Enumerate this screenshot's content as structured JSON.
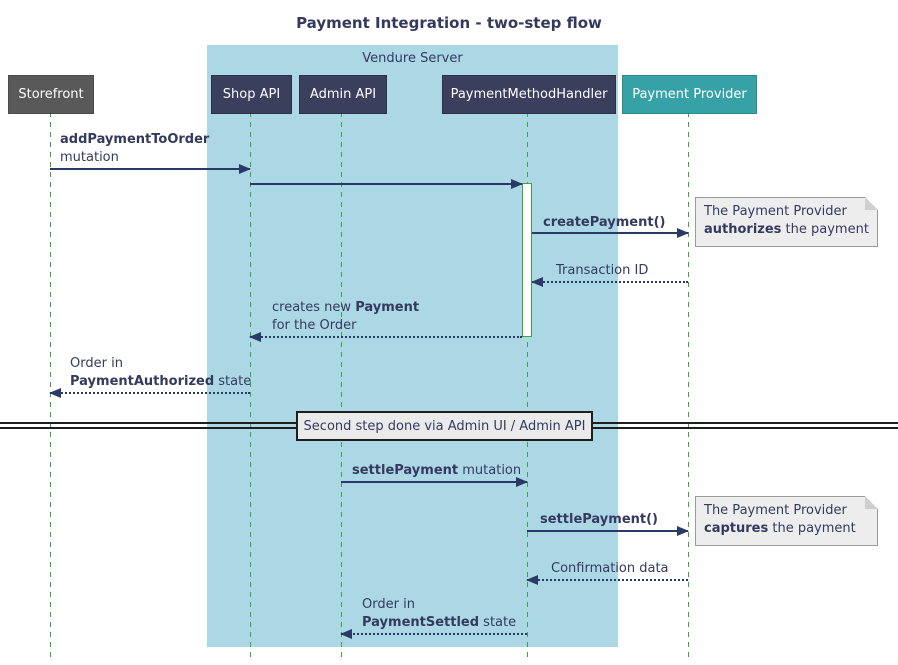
{
  "title": "Payment Integration - two-step flow",
  "container": {
    "label": "Vendure Server"
  },
  "participants": [
    {
      "id": "storefront",
      "label": "Storefront"
    },
    {
      "id": "shop-api",
      "label": "Shop API"
    },
    {
      "id": "admin-api",
      "label": "Admin API"
    },
    {
      "id": "payment-method-handler",
      "label": "PaymentMethodHandler"
    },
    {
      "id": "payment-provider",
      "label": "Payment Provider"
    }
  ],
  "flow1": {
    "m1": {
      "bold": "addPaymentToOrder",
      "rest": "mutation"
    },
    "m3": {
      "bold": "createPayment()"
    },
    "m4": {
      "text": "Transaction ID"
    },
    "m5": {
      "pre": "creates new ",
      "bold": "Payment",
      "line2": "for the Order"
    },
    "m6": {
      "line1": "Order in",
      "bold": "PaymentAuthorized",
      "rest": " state"
    }
  },
  "divider": {
    "label": "Second step done via Admin UI / Admin API"
  },
  "flow2": {
    "m7": {
      "bold": "settlePayment",
      "rest": " mutation"
    },
    "m8": {
      "bold": "settlePayment()"
    },
    "m9": {
      "text": "Confirmation data"
    },
    "m10": {
      "line1": "Order in",
      "bold": "PaymentSettled",
      "rest": " state"
    }
  },
  "notes": [
    {
      "line1": "The Payment Provider",
      "bold": "authorizes",
      "rest": " the payment"
    },
    {
      "line1": "The Payment Provider",
      "bold": "captures",
      "rest": " the payment"
    }
  ],
  "colors": {
    "canvas-bg": "#ffffff",
    "container-bg": "#ACD8E5",
    "participant-navy": "#3A3F5E",
    "participant-gray": "#595959",
    "participant-teal": "#36A2A7",
    "participant-text": "#ffffff",
    "lifeline-green": "#3FA43F",
    "arrow": "#2A3A66",
    "text": "#343A5E",
    "note-bg": "#EDEDED",
    "note-border": "#9B9B9B",
    "divider": "#1E1E1E",
    "divider-box-bg": "#EAEAEA"
  }
}
